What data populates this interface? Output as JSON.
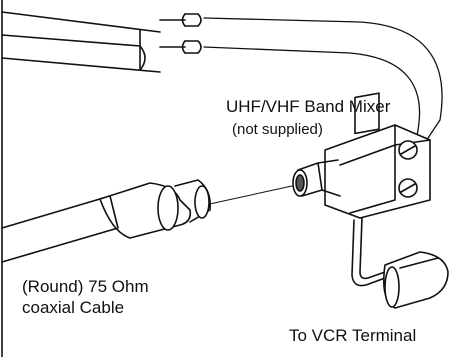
{
  "labels": {
    "mixer_title": "UHF/VHF Band Mixer",
    "mixer_note": "(not supplied)",
    "cable_line1": "(Round) 75 Ohm",
    "cable_line2": "coaxial Cable",
    "vcr_terminal": "To VCR Terminal"
  },
  "colors": {
    "ink": "#111111",
    "fill_dark": "#555555",
    "fill_light": "#ffffff"
  }
}
